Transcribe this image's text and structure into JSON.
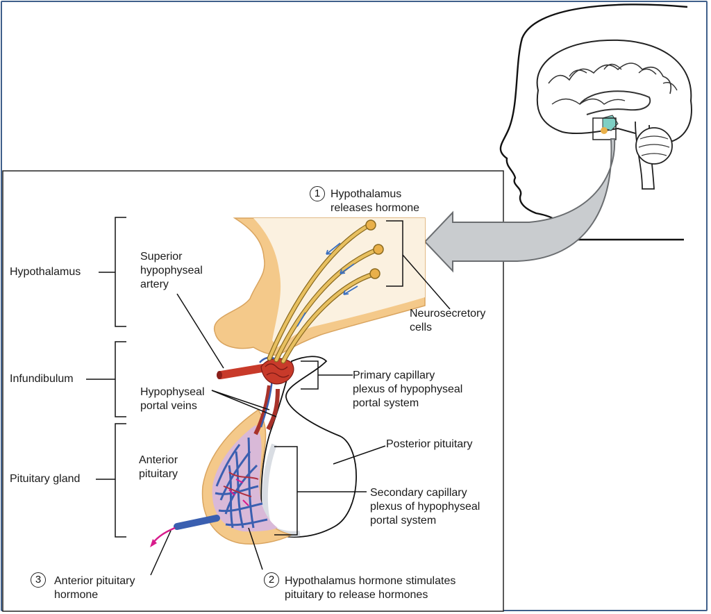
{
  "labels": {
    "hypothalamus": "Hypothalamus",
    "infundibulum": "Infundibulum",
    "pituitary_gland": "Pituitary gland",
    "superior_artery": [
      "Superior",
      "hypophyseal",
      "artery"
    ],
    "portal_veins": [
      "Hypophyseal",
      "portal veins"
    ],
    "anterior_pituitary": [
      "Anterior",
      "pituitary"
    ],
    "neurosecretory": [
      "Neurosecretory",
      "cells"
    ],
    "primary_plexus": [
      "Primary capillary",
      "plexus of hypophyseal",
      "portal system"
    ],
    "posterior_pituitary": "Posterior pituitary",
    "secondary_plexus": [
      "Secondary capillary",
      "plexus of hypophyseal",
      "portal system"
    ]
  },
  "steps": [
    {
      "number": "1",
      "text": [
        "Hypothalamus",
        "releases hormone"
      ]
    },
    {
      "number": "2",
      "text": [
        "Hypothalamus hormone stimulates",
        "pituitary to release hormones"
      ]
    },
    {
      "number": "3",
      "text": [
        "Anterior pituitary",
        "hormone"
      ]
    }
  ],
  "colors": {
    "border": "#3f5f8a",
    "tissue": "#f4c98a",
    "neuron": "#e8c060",
    "artery": "#c83a2a",
    "vein": "#3a5fb0",
    "arrow": "#c9cccf",
    "hormone_flow": "#d81b8c"
  }
}
